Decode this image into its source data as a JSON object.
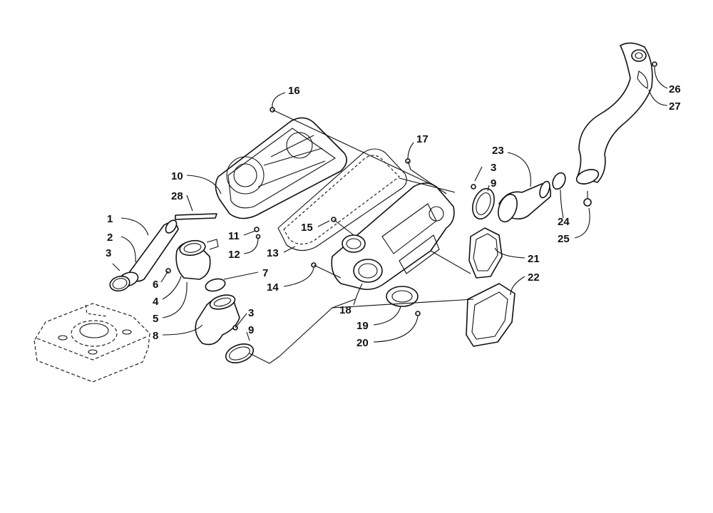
{
  "diagram": {
    "callouts": {
      "c1": "1",
      "c2": "2",
      "c3a": "3",
      "c3b": "3",
      "c3c": "3",
      "c4": "4",
      "c5": "5",
      "c6": "6",
      "c7": "7",
      "c8": "8",
      "c9a": "9",
      "c9b": "9",
      "c10": "10",
      "c11": "11",
      "c12": "12",
      "c13": "13",
      "c14": "14",
      "c15": "15",
      "c16": "16",
      "c17": "17",
      "c18": "18",
      "c19": "19",
      "c20": "20",
      "c21": "21",
      "c22": "22",
      "c23": "23",
      "c24": "24",
      "c25": "25",
      "c26": "26",
      "c27": "27",
      "c28": "28"
    }
  }
}
